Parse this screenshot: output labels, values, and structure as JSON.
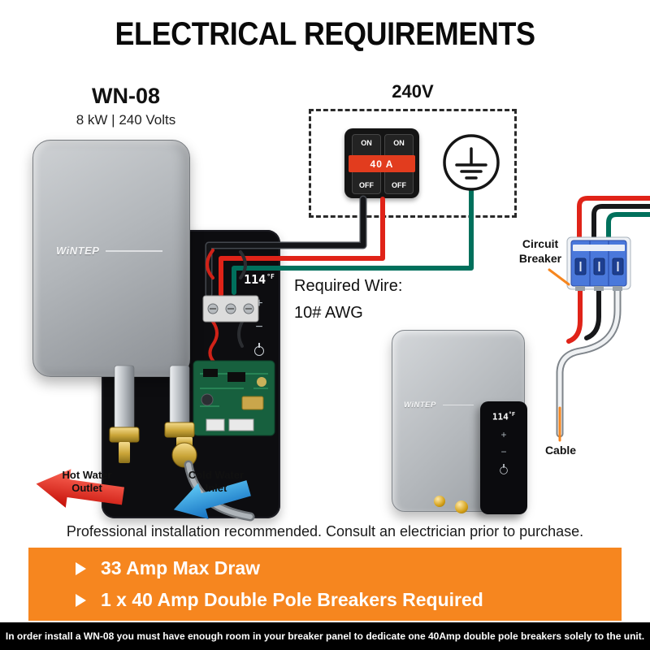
{
  "title": "ELECTRICAL REQUIREMENTS",
  "product": {
    "model": "WN-08",
    "specs": "8 kW | 240 Volts",
    "brand": "WiNTEP"
  },
  "display": {
    "temp": "114",
    "unit": "°F",
    "increase_icon": "+",
    "decrease_icon": "−",
    "power_icon": "power"
  },
  "supply": {
    "voltage": "240V",
    "switch": {
      "on": "ON",
      "off": "OFF",
      "rating": "40 A"
    }
  },
  "wire_note": {
    "line1": "Required Wire:",
    "line2": "10# AWG"
  },
  "callouts": {
    "circuit_breaker_line1": "Circuit",
    "circuit_breaker_line2": "Breaker",
    "cable": "Cable",
    "hot_line1": "Hot Water",
    "hot_line2": "Outlet",
    "cold_line1": "Cold Water",
    "cold_line2": "Inlet"
  },
  "notes": {
    "recommendation": "Professional installation recommended. Consult an electrician prior to purchase.",
    "bullets": [
      "33 Amp Max Draw",
      "1 x 40 Amp Double Pole Breakers Required"
    ],
    "disclaimer": "In order install a WN-08 you must have enough room in your breaker panel to dedicate one 40Amp double pole breakers solely to the unit."
  },
  "colors": {
    "accent_orange": "#F6861F",
    "hot_red": "#E8231A",
    "cold_blue": "#2196E8",
    "ground_teal": "#00705C",
    "breaker_blue": "#4A78DB"
  }
}
